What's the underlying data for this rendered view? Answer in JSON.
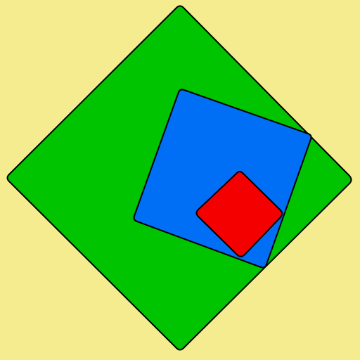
{
  "background": {
    "color": "#f5ec90"
  },
  "shapes": [
    {
      "name": "green-diamond",
      "type": "rounded-square",
      "fill": "#00c400",
      "stroke": "#000000"
    },
    {
      "name": "blue-square",
      "type": "rounded-square",
      "fill": "#006ef5",
      "stroke": "#000000"
    },
    {
      "name": "red-diamond",
      "type": "rounded-square",
      "fill": "#f50000",
      "stroke": "#000000"
    }
  ]
}
